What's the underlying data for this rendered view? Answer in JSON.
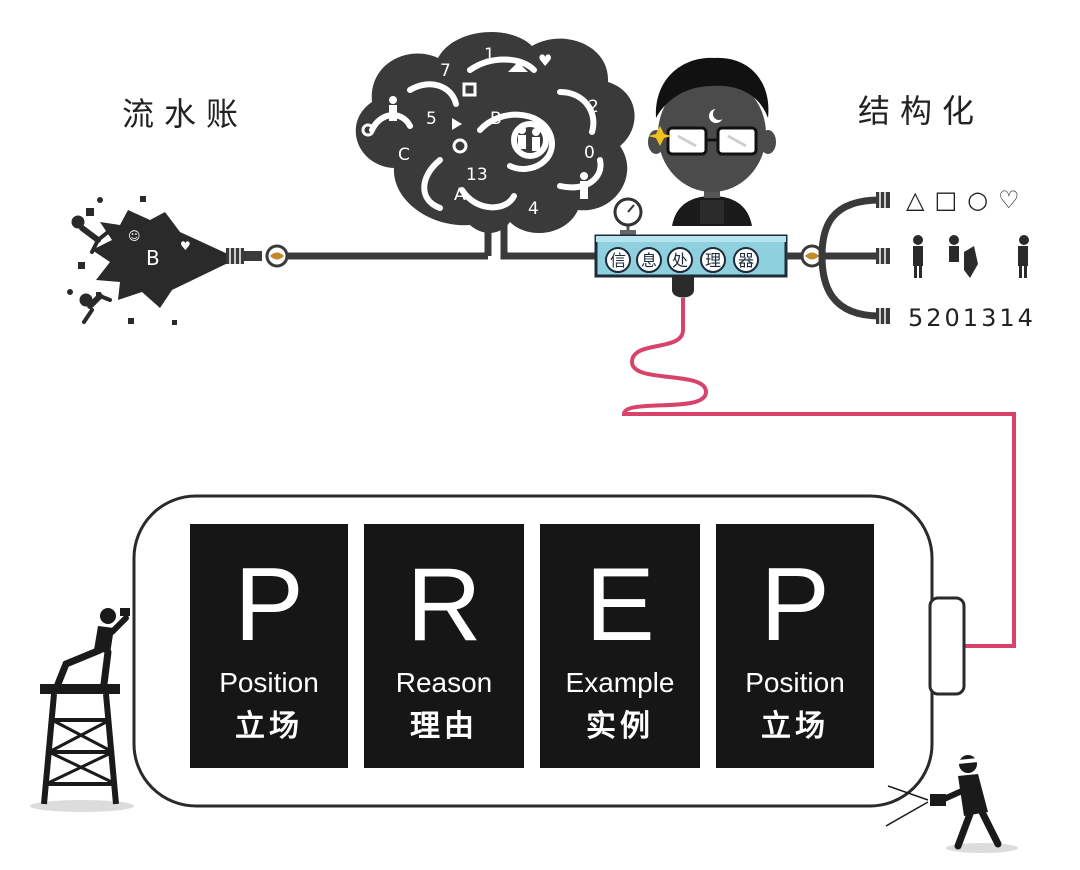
{
  "labels": {
    "left": "流水账",
    "right": "结构化"
  },
  "processor": {
    "chars": [
      "信",
      "息",
      "处",
      "理",
      "器"
    ]
  },
  "outputs": {
    "shapes": "△□○♡",
    "digits": "5201314"
  },
  "brain_symbols": [
    "7",
    "1",
    "5",
    "B",
    "2",
    "0",
    "C",
    "13",
    "A",
    "4"
  ],
  "splash_letter": "B",
  "prep_cards": [
    {
      "letter": "P",
      "word": "Position",
      "cn": "立场"
    },
    {
      "letter": "R",
      "word": "Reason",
      "cn": "理由"
    },
    {
      "letter": "E",
      "word": "Example",
      "cn": "实例"
    },
    {
      "letter": "P",
      "word": "Position",
      "cn": "立场"
    }
  ],
  "colors": {
    "pipe": "#3a3a3a",
    "wire": "#d8436b",
    "processor": "#8fd0df",
    "card": "#161616",
    "brain": "#3a3a3a"
  }
}
